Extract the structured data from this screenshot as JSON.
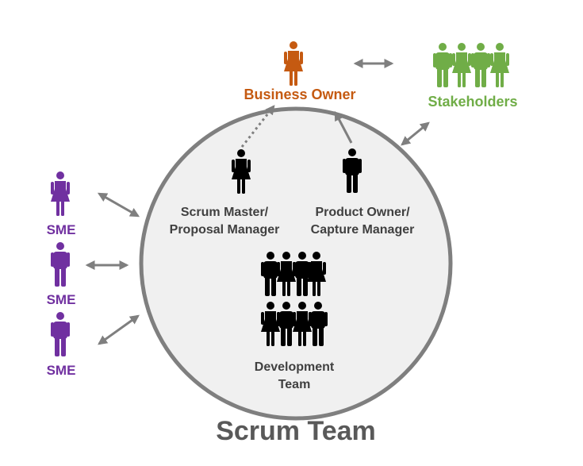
{
  "diagram": {
    "business_owner": {
      "label": "Business Owner",
      "color": "#c55a11"
    },
    "stakeholders": {
      "label": "Stakeholders",
      "color": "#70ad47"
    },
    "sme": {
      "label": "SME",
      "color": "#7030a0"
    },
    "scrum_master": {
      "line1": "Scrum Master/",
      "line2": "Proposal Manager"
    },
    "product_owner": {
      "line1": "Product Owner/",
      "line2": "Capture Manager"
    },
    "development_team": {
      "line1": "Development",
      "line2": "Team"
    },
    "scrum_team": {
      "label": "Scrum Team"
    },
    "colors": {
      "circle_fill": "#f0f0f0",
      "circle_stroke": "#7f7f7f",
      "arrow": "#7f7f7f",
      "label_gray": "#404040",
      "person_dark": "#000000"
    },
    "icons": [
      "person-female-icon",
      "person-male-icon",
      "double-arrow-icon",
      "dotted-arrow-icon"
    ]
  }
}
